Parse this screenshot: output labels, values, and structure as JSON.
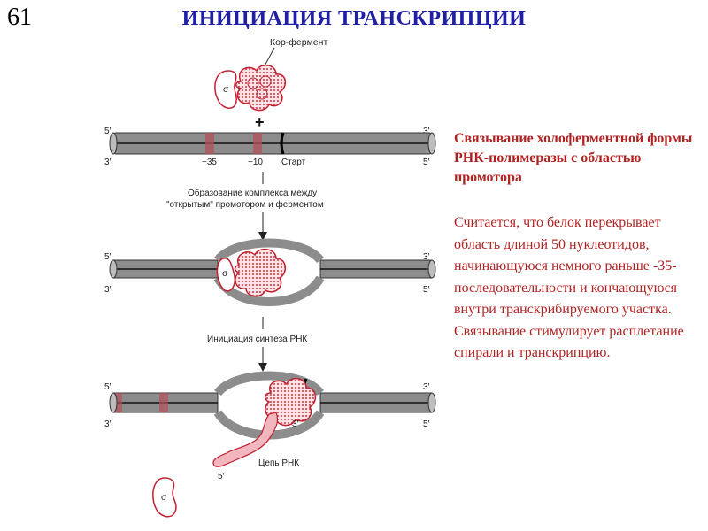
{
  "slide_number": "61",
  "title": "ИНИЦИАЦИЯ ТРАНСКРИПЦИИ",
  "diagram": {
    "core_enzyme_label": "Кор-фермент",
    "sigma_symbol": "σ",
    "plus_sign": "+",
    "five_prime": "5′",
    "three_prime": "3′",
    "minus35": "−35",
    "minus10": "−10",
    "start_label": "Старт",
    "step1_label_line1": "Образование комплекса между",
    "step1_label_line2": "\"открытым\" промотором и ферментом",
    "step2_label": "Инициация синтеза РНК",
    "rna_chain_label": "Цепь РНК"
  },
  "description": {
    "heading": "Связывание холоферментной формы РНК-полимеразы с областью промотора",
    "body": "Считается, что белок перекрывает область длиной 50 нуклеотидов, начинающуюся немного раньше -35-последовательности и кончающуюся внутри транскрибируемого участка. Связывание стимулирует расплетание спирали и транскрипцию."
  },
  "colors": {
    "title": "#1f1fa8",
    "description_text": "#b02222",
    "dna_fill": "#8c8c8c",
    "enzyme_outline": "#d0303f",
    "rna_fill": "#f2b6bf"
  }
}
